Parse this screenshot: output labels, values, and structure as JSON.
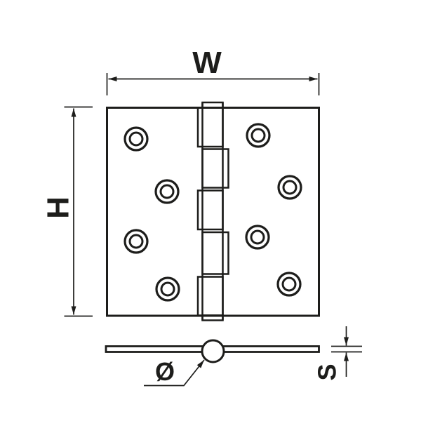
{
  "drawing": {
    "kind": "hinge-technical-drawing",
    "line_color": "#1d1d1b",
    "background_color": "#ffffff",
    "labels": {
      "width": "W",
      "height": "H",
      "diameter": "Ø",
      "thickness": "S"
    },
    "top_view": {
      "screw_holes_left_leaf": 4,
      "screw_holes_right_leaf": 4,
      "knuckle_segments": 5
    },
    "side_view": {
      "has_pin_barrel_circle": true
    }
  }
}
